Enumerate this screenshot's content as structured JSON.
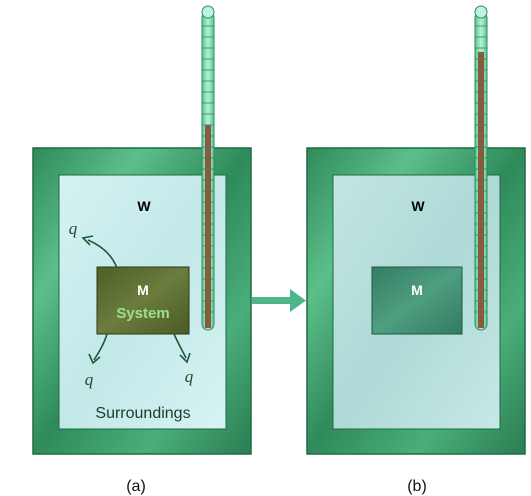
{
  "panel_a": {
    "water_label": "W",
    "metal_label": "M",
    "system_label": "System",
    "heat_label_top": "q",
    "heat_label_bottom_left": "q",
    "heat_label_bottom_right": "q",
    "surroundings_label": "Surroundings",
    "caption": "(a)"
  },
  "panel_b": {
    "water_label": "W",
    "metal_label": "M",
    "caption": "(b)"
  },
  "colors": {
    "frame_green": "#3a9a68",
    "frame_dark": "#1e6b43",
    "water_fill": "#c9ecec",
    "water_fill_b": "#b5e0dd",
    "metal_hot": "#5a6a30",
    "metal_cool": "#3d8a70",
    "system_text": "#9ee08a",
    "thermometer_glass": "#8fe0c0",
    "mercury": "#8a5a3a",
    "arrow": "#4fb58a"
  }
}
